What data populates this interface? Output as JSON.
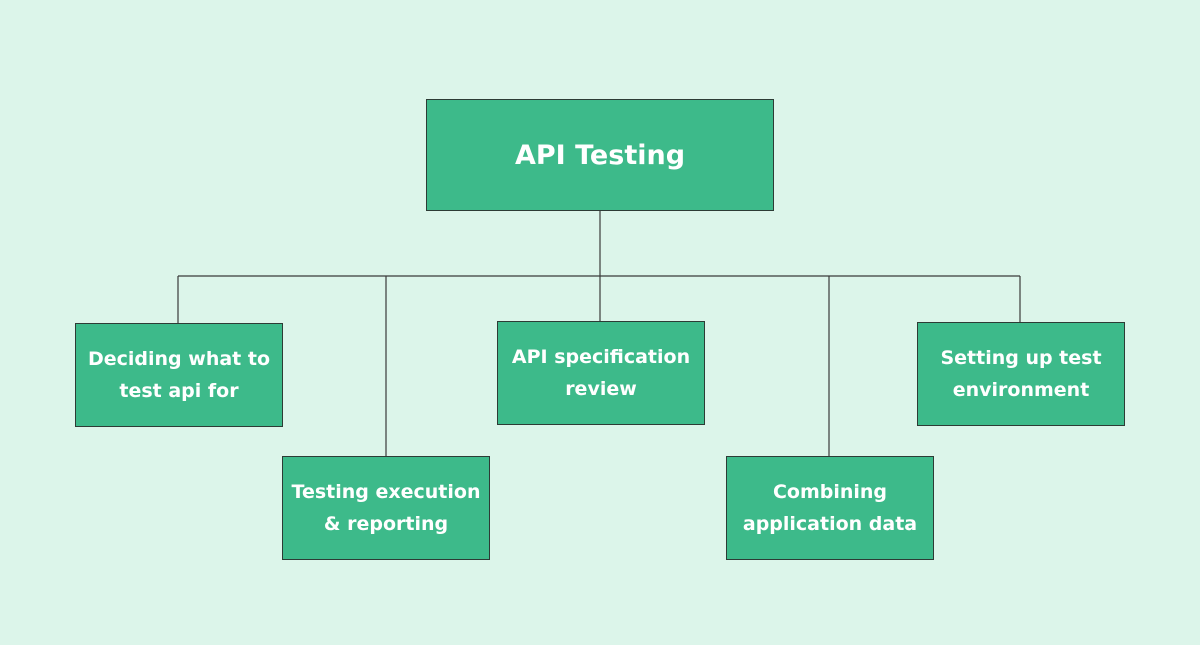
{
  "diagram": {
    "root": {
      "label": "API Testing"
    },
    "children": [
      {
        "label": "Deciding what to\ntest api for"
      },
      {
        "label": "Testing execution\n& reporting"
      },
      {
        "label": "API specification\nreview"
      },
      {
        "label": "Combining\napplication data"
      },
      {
        "label": "Setting up test\nenvironment"
      }
    ]
  },
  "colors": {
    "background": "#dcf5ea",
    "node_fill": "#3dba8a",
    "node_border": "#2d3b35",
    "node_text": "#ffffff",
    "connector": "#3a3a3a"
  }
}
